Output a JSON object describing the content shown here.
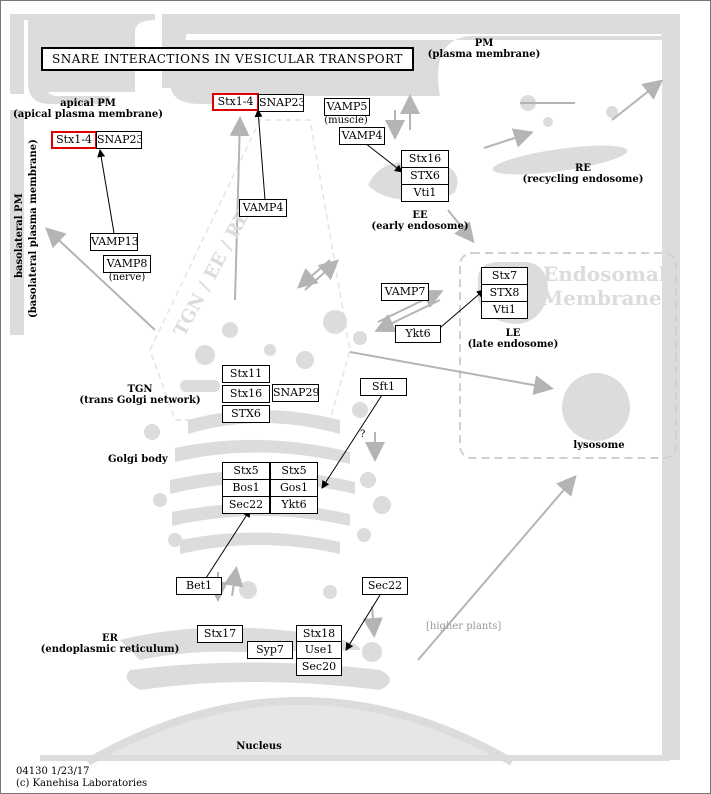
{
  "title": "SNARE INTERACTIONS IN VESICULAR TRANSPORT",
  "compartments": {
    "pm": [
      "PM",
      "(plasma membrane)"
    ],
    "apical_pm": [
      "apical PM",
      "(apical plasma membrane)"
    ],
    "basolateral_pm": [
      "basolateral PM",
      "(basolateral plasma membrane)"
    ],
    "re": [
      "RE",
      "(recycling endosome)"
    ],
    "ee": [
      "EE",
      "(early endosome)"
    ],
    "le": [
      "LE",
      "(late endosome)"
    ],
    "tgn": [
      "TGN",
      "(trans Golgi network)"
    ],
    "golgi": "Golgi body",
    "er": [
      "ER",
      "(endoplasmic reticulum)"
    ],
    "lysosome": "lysosome",
    "nucleus": "Nucleus"
  },
  "annotations": {
    "muscle": "(muscle)",
    "nerve": "(nerve)",
    "question": "?",
    "higher_plants": "[higher plants]"
  },
  "watermarks": {
    "endosomal": "Endosomal",
    "membranes": "Membranes",
    "tgn_ee_re": "TGN / EE / RE"
  },
  "genes": {
    "stx14_apical": "Stx1-4",
    "snap23_apical": "SNAP23",
    "stx14_pm": "Stx1-4",
    "snap23_pm": "SNAP23",
    "vamp5": "VAMP5",
    "vamp4_top": "VAMP4",
    "stx16_ee": "Stx16",
    "stx6_ee": "STX6",
    "vti1_ee": "Vti1",
    "vamp4_mid": "VAMP4",
    "vamp13": "VAMP13",
    "vamp8": "VAMP8",
    "stx7": "Stx7",
    "stx8": "STX8",
    "vti1_le": "Vti1",
    "vamp7": "VAMP7",
    "ykt6_le": "Ykt6",
    "stx11": "Stx11",
    "stx16_tgn": "Stx16",
    "snap29": "SNAP29",
    "stx6_tgn": "STX6",
    "sft1": "Sft1",
    "stx5_a": "Stx5",
    "stx5_b": "Stx5",
    "bos1": "Bos1",
    "gos1": "Gos1",
    "sec22_g": "Sec22",
    "ykt6_g": "Ykt6",
    "bet1": "Bet1",
    "sec22_er": "Sec22",
    "stx17": "Stx17",
    "stx18": "Stx18",
    "syp7": "Syp7",
    "use1": "Use1",
    "sec20": "Sec20"
  },
  "footer": {
    "id_date": "04130 1/23/17",
    "copyright": "(c) Kanehisa Laboratories"
  }
}
